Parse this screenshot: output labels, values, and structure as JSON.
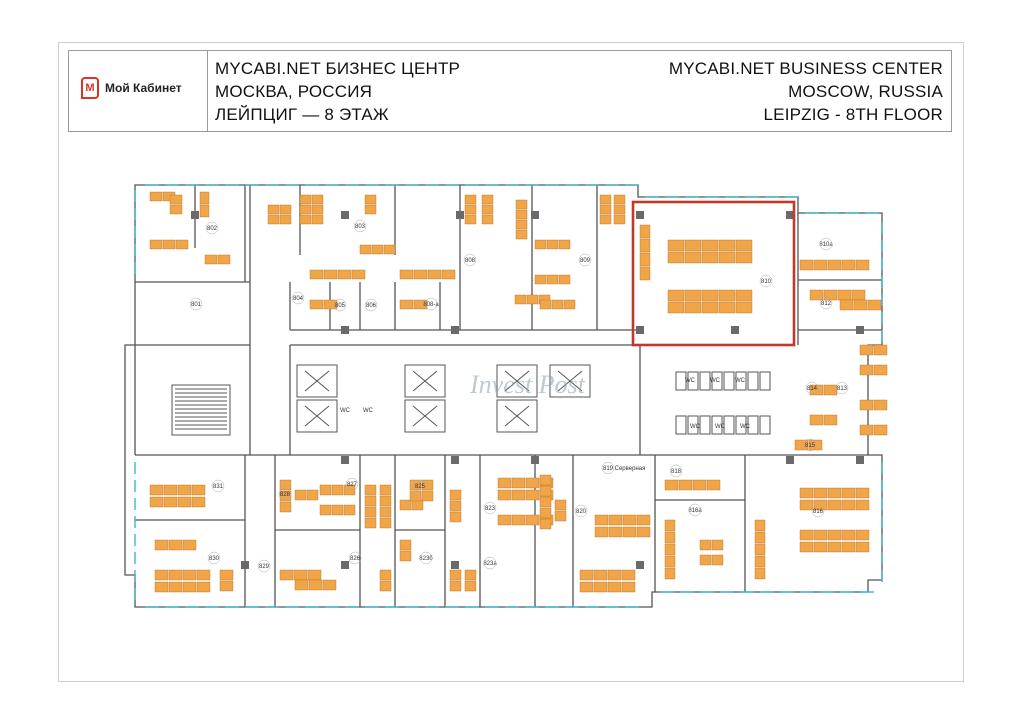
{
  "colors": {
    "desk": "#f0a548",
    "wall": "#555555",
    "highlight": "#c0392b",
    "brand": "#d9342b",
    "window": "#3db4d0",
    "watermark": "#8aa0a8"
  },
  "logo": {
    "mark": "M",
    "text": "Мой Кабинет"
  },
  "header": {
    "ru": [
      "MYCABI.NET БИЗНЕС ЦЕНТР",
      "МОСКВА, РОССИЯ",
      "ЛЕЙПЦИГ — 8 ЭТАЖ"
    ],
    "en": [
      "MYCABI.NET BUSINESS CENTER",
      "MOSCOW, RUSSIA",
      "LEIPZIG - 8TH FLOOR"
    ]
  },
  "watermark": "Invest Post",
  "rooms": [
    "802",
    "803",
    "808",
    "809",
    "810",
    "810а",
    "812",
    "801",
    "804",
    "805",
    "806",
    "808-а",
    "813",
    "814",
    "815",
    "819",
    "Серверная",
    "818",
    "831",
    "828",
    "827",
    "825",
    "823",
    "820",
    "816а",
    "816",
    "830",
    "829",
    "826",
    "823б",
    "823а"
  ],
  "highlighted_room": "810",
  "wc_label": "WC"
}
